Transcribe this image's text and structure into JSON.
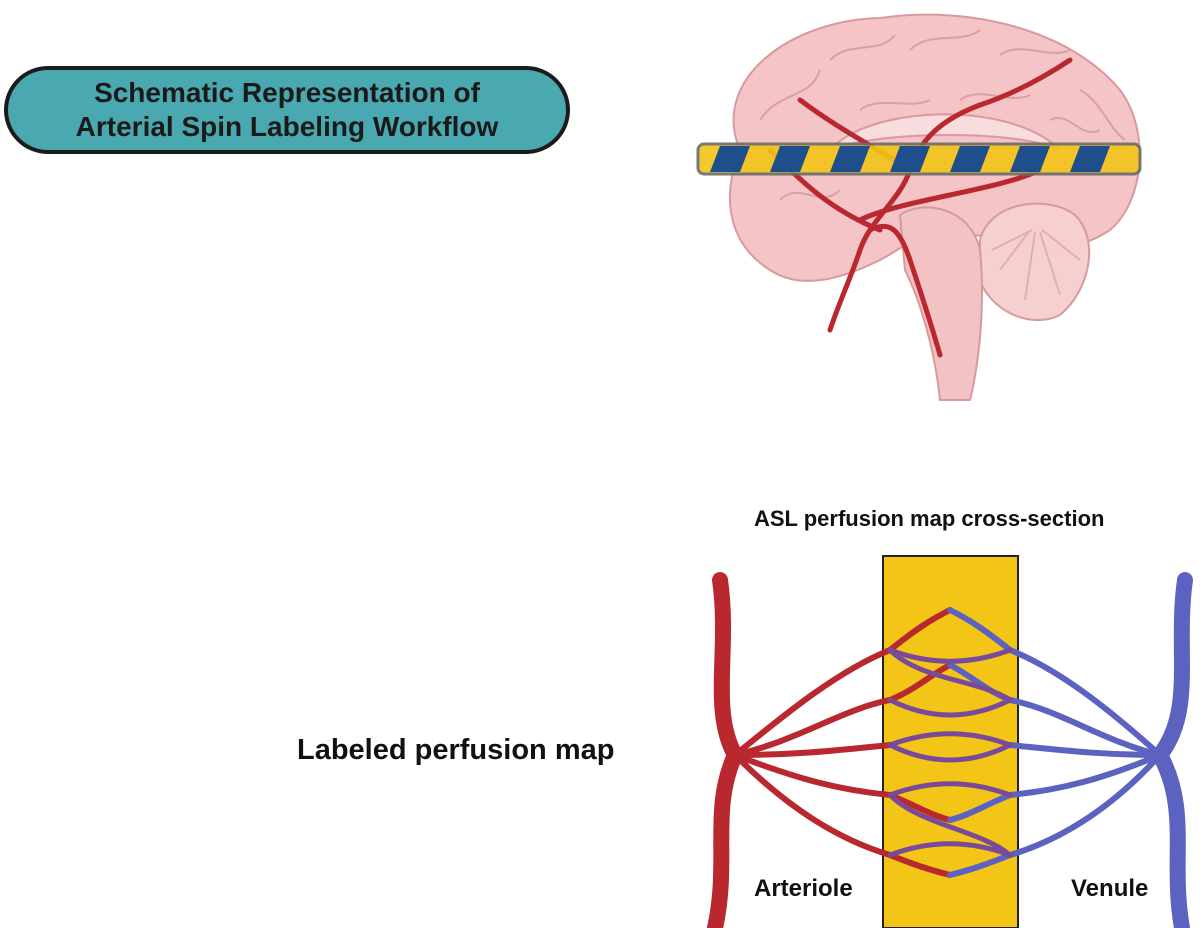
{
  "title": {
    "line1": "Schematic Representation of",
    "line2": "Arterial Spin Labeling Workflow"
  },
  "labels": {
    "perfusion_map": "Labeled perfusion map",
    "cross_section": "ASL perfusion map cross-section",
    "arteriole": "Arteriole",
    "venule": "Venule"
  },
  "colors": {
    "title_fill": "#4aa8b1",
    "brain": "#f4c4c6",
    "artery": "#b8282e",
    "vein": "#5b62c0",
    "labeling_band": "#f2c516",
    "band_stripe": "#1f4e8c"
  }
}
